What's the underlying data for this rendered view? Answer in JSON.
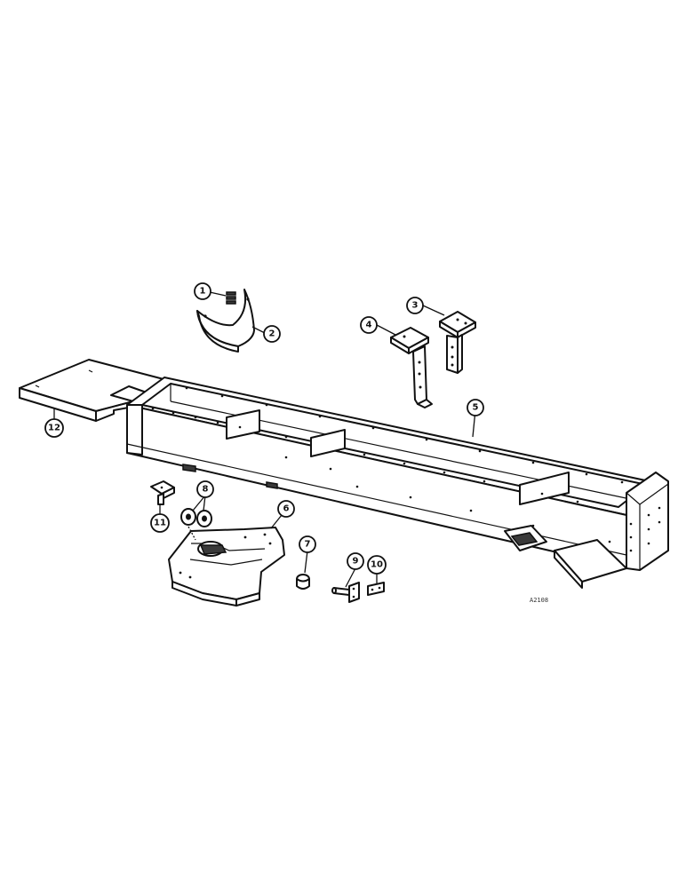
{
  "callouts": {
    "c1": "1",
    "c2": "2",
    "c3": "3",
    "c4": "4",
    "c5": "5",
    "c6": "6",
    "c7": "7",
    "c8": "8",
    "c9": "9",
    "c10": "10",
    "c11": "11",
    "c12": "12"
  },
  "figure_ref": "A2108"
}
